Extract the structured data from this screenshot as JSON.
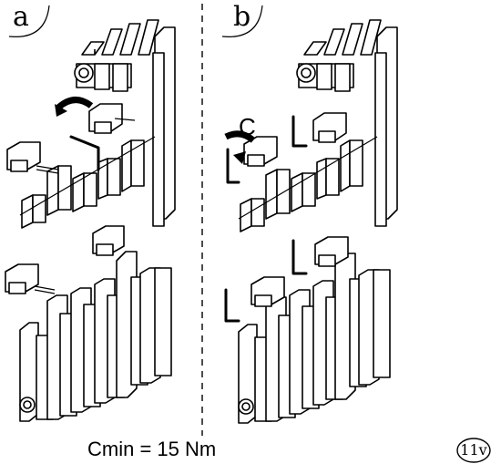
{
  "panels": {
    "left_label": "a",
    "right_label": "b"
  },
  "callout": "C",
  "torque_text": "Cmin = 15 Nm",
  "page_code": "11v"
}
